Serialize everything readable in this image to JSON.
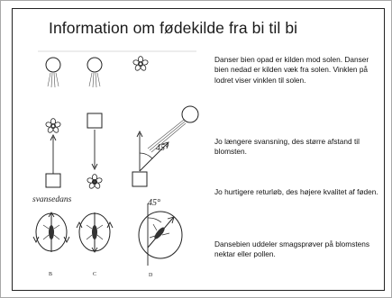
{
  "slide": {
    "title": "Information om fødekilde fra bi til bi",
    "paragraphs": [
      "Danser bien opad er kilden mod solen. Danser bien nedad er kilden væk fra solen. Vinklen på lodret viser vinklen til solen.",
      "Jo længere svansning, des større afstand til blomsten.",
      "Jo hurtigere returløb, des højere kvalitet af føden.",
      "Dansebien uddeler smagsprøver på blomstens nektar eller pollen."
    ],
    "figure": {
      "angle_label_top": "45°",
      "caption": "svansedans",
      "angle_label_bottom": "45°",
      "panel_labels": [
        "B",
        "C",
        "D"
      ]
    }
  }
}
